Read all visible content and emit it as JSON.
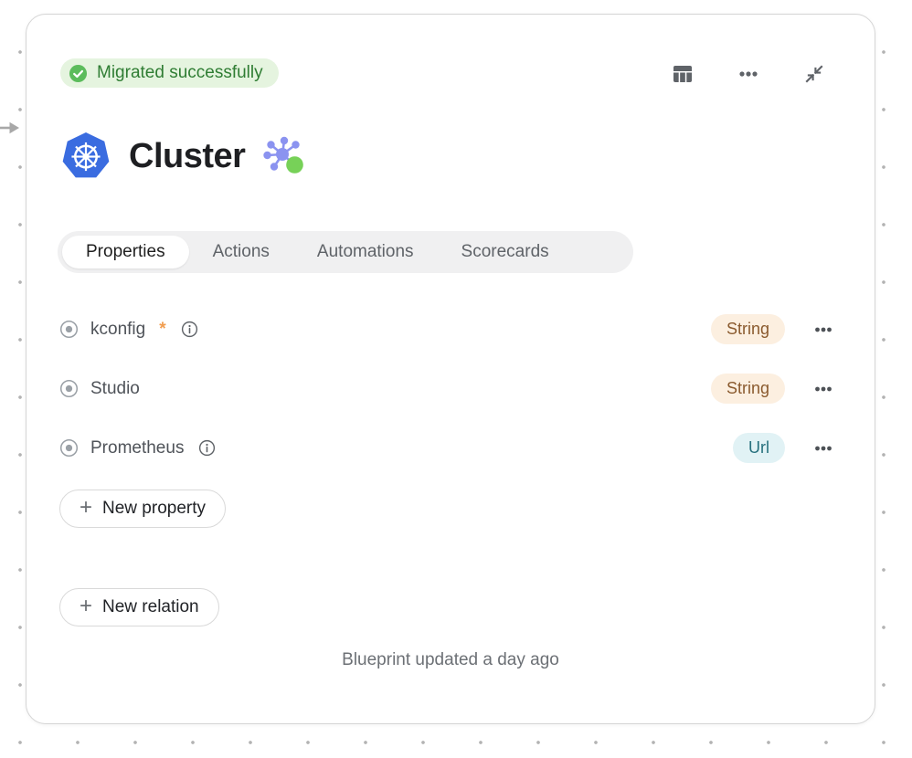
{
  "status": {
    "label": "Migrated successfully",
    "bg": "#e5f4df",
    "color": "#2f7d33",
    "icon_color": "#5cbc5c"
  },
  "header_actions": {
    "color": "#5f6368",
    "items": [
      "table-columns",
      "more-horizontal",
      "collapse"
    ]
  },
  "title": {
    "text": "Cluster",
    "left_icon": "kubernetes",
    "right_icon": "data-model-graph",
    "kubernetes_blue": "#3a6ce0",
    "graph_purple": "#8b93f0",
    "graph_green": "#77d158"
  },
  "tabs": [
    {
      "label": "Properties",
      "active": true
    },
    {
      "label": "Actions",
      "active": false
    },
    {
      "label": "Automations",
      "active": false
    },
    {
      "label": "Scorecards",
      "active": false
    }
  ],
  "properties": [
    {
      "name": "kconfig",
      "required_marker": "*",
      "has_info": true,
      "type": {
        "label": "String",
        "bg": "#fcefe0",
        "color": "#8a5a2e"
      }
    },
    {
      "name": "Studio",
      "required_marker": "",
      "has_info": false,
      "type": {
        "label": "String",
        "bg": "#fcefe0",
        "color": "#8a5a2e"
      }
    },
    {
      "name": "Prometheus",
      "required_marker": "",
      "has_info": true,
      "type": {
        "label": "Url",
        "bg": "#e1f2f5",
        "color": "#26707d"
      }
    }
  ],
  "actions": {
    "new_property": "New property",
    "new_relation": "New relation",
    "plus": "+"
  },
  "footer": {
    "text": "Blueprint updated a day ago"
  },
  "colors": {
    "required_marker": "#f19d4f",
    "dot_grid": "#b3b3b3",
    "card_border": "#d5d5d5",
    "row_menu_dots": "#4d5156"
  }
}
